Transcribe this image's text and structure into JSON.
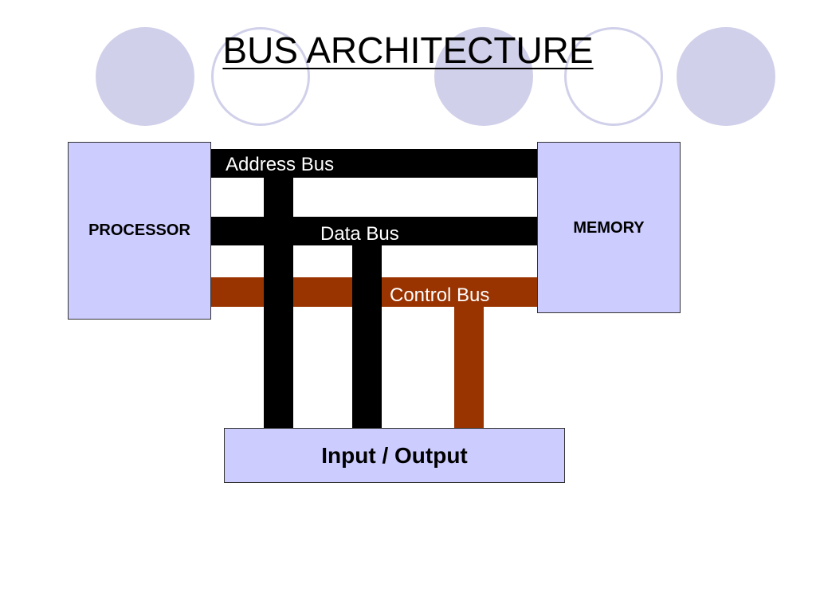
{
  "title": "BUS ARCHITECTURE",
  "colors": {
    "box_fill": "#ccccff",
    "deco_circle": "#d0d0ea",
    "data_address_bus": "#000000",
    "control_bus": "#993300",
    "bus_label_text": "#ffffff"
  },
  "blocks": {
    "processor": "PROCESSOR",
    "memory": "MEMORY",
    "io": "Input / Output"
  },
  "buses": {
    "address": "Address Bus",
    "data": "Data Bus",
    "control": "Control Bus"
  }
}
